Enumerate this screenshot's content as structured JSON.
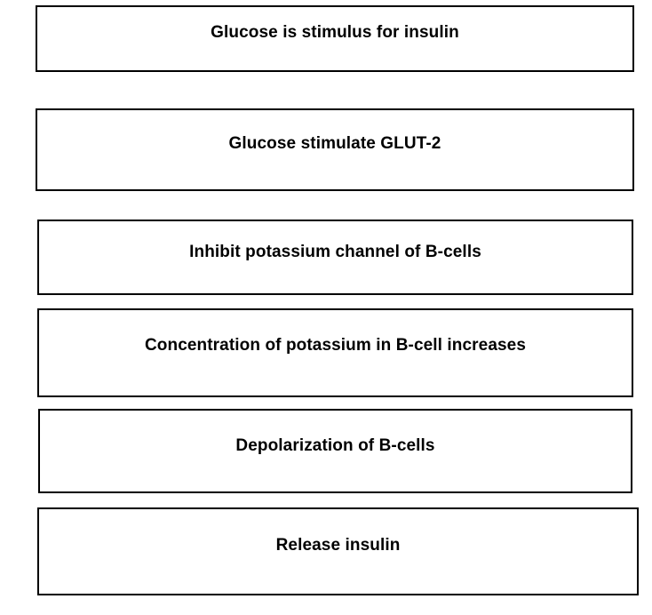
{
  "flowchart": {
    "steps": [
      {
        "label": "Glucose is stimulus for insulin"
      },
      {
        "label": "Glucose stimulate GLUT-2"
      },
      {
        "label": "Inhibit potassium channel of B-cells"
      },
      {
        "label": "Concentration of potassium in B-cell increases"
      },
      {
        "label": "Depolarization of B-cells"
      },
      {
        "label": "Release insulin"
      }
    ]
  }
}
